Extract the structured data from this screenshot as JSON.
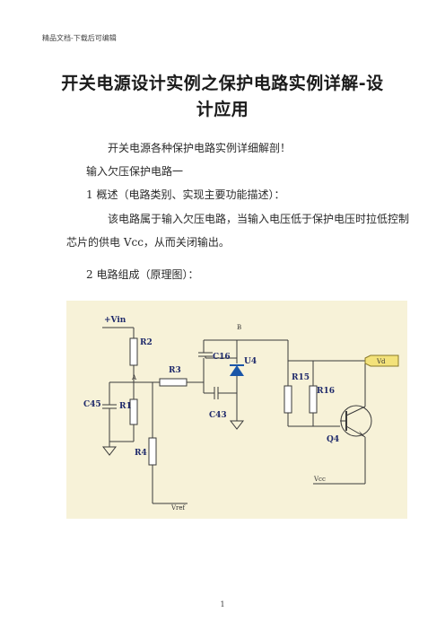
{
  "header": "精品文档-下载后可编辑",
  "title": {
    "line1": "开关电源设计实例之保护电路实例详解-设",
    "line2": "计应用"
  },
  "paragraphs": {
    "intro": "开关电源各种保护电路实例详细解剖！",
    "section": "输入欠压保护电路一",
    "overview_heading": "1 概述（电路类别、实现主要功能描述）：",
    "overview_line1": "该电路属于输入欠压电路，当输入电压低于保护电压时拉低控制",
    "overview_line2": "芯片的供电 Vcc，从而关闭输出。",
    "composition_heading": "2 电路组成（原理图）："
  },
  "schematic": {
    "labels": {
      "vin": "+Vin",
      "r2": "R2",
      "r3": "R3",
      "c16": "C16",
      "u4": "U4",
      "b": "B",
      "a": "A",
      "c45": "C45",
      "r1": "R1",
      "c43": "C43",
      "r4": "R4",
      "r15": "R15",
      "r16": "R16",
      "q4": "Q4",
      "vd": "Vd",
      "vcc": "Vcc",
      "vref": "Vref"
    }
  },
  "page_number": "1"
}
